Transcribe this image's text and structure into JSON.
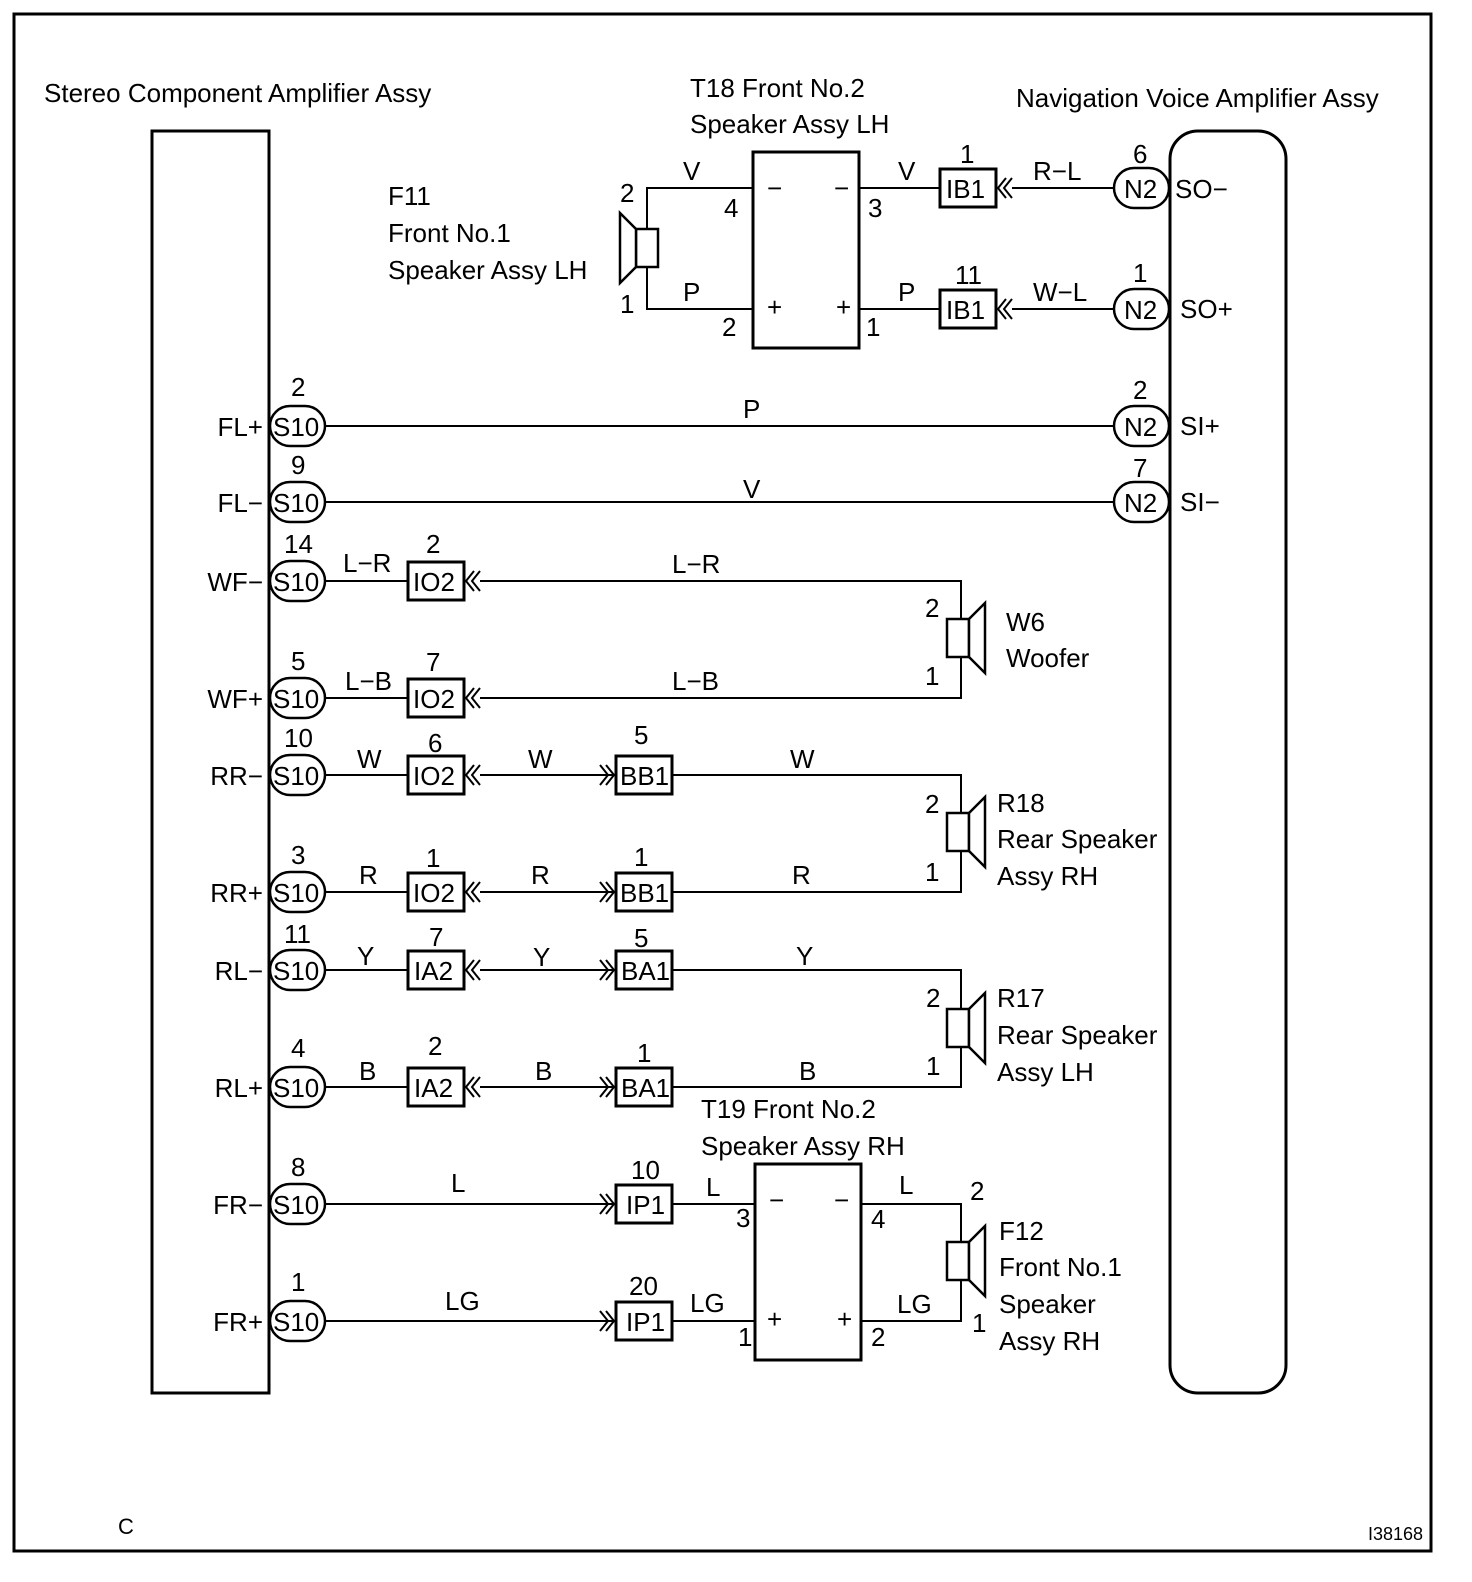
{
  "components": {
    "stereo_amp": "Stereo Component Amplifier Assy",
    "nav_amp": "Navigation Voice Amplifier Assy",
    "t18_line1": "T18 Front No.2",
    "t18_line2": "Speaker Assy LH",
    "t19_line1": "T19 Front No.2",
    "t19_line2": "Speaker Assy RH",
    "f11_line1": "F11",
    "f11_line2": "Front No.1",
    "f11_line3": "Speaker Assy LH",
    "f12_line1": "F12",
    "f12_line2": "Front No.1",
    "f12_line3": "Speaker",
    "f12_line4": "Assy RH",
    "w6_line1": "W6",
    "w6_line2": "Woofer",
    "r18_line1": "R18",
    "r18_line2": "Rear Speaker",
    "r18_line3": "Assy RH",
    "r17_line1": "R17",
    "r17_line2": "Rear Speaker",
    "r17_line3": "Assy LH"
  },
  "amp_terminals": [
    "FL+",
    "FL−",
    "WF−",
    "WF+",
    "RR−",
    "RR+",
    "RL−",
    "RL+",
    "FR−",
    "FR+"
  ],
  "amp_pins": [
    "2",
    "9",
    "14",
    "5",
    "10",
    "3",
    "11",
    "4",
    "8",
    "1"
  ],
  "amp_connector": "S10",
  "nav_terminals": [
    "SO−",
    "SO+",
    "SI+",
    "SI−"
  ],
  "nav_pins": [
    "6",
    "1",
    "2",
    "7"
  ],
  "nav_connector": "N2",
  "wire_colors": {
    "so_minus": "R−L",
    "so_plus": "W−L",
    "t18_in_minus": "V",
    "t18_in_plus": "P",
    "t18_out_minus": "V",
    "t18_out_plus": "P",
    "fl_plus": "P",
    "fl_minus": "V",
    "wf_minus_a": "L−R",
    "wf_minus_b": "L−R",
    "wf_plus_a": "L−B",
    "wf_plus_b": "L−B",
    "rr_minus": [
      "W",
      "W",
      "W"
    ],
    "rr_plus": [
      "R",
      "R",
      "R"
    ],
    "rl_minus": [
      "Y",
      "Y",
      "Y"
    ],
    "rl_plus": [
      "B",
      "B",
      "B"
    ],
    "fr_minus": [
      "L",
      "L",
      "L"
    ],
    "fr_plus": [
      "LG",
      "LG",
      "LG"
    ]
  },
  "junctions": {
    "ib1_top": {
      "name": "IB1",
      "pin": "1"
    },
    "ib1_bot": {
      "name": "IB1",
      "pin": "11"
    },
    "io2_wfm": {
      "name": "IO2",
      "pin": "2"
    },
    "io2_wfp": {
      "name": "IO2",
      "pin": "7"
    },
    "io2_rrm": {
      "name": "IO2",
      "pin": "6"
    },
    "io2_rrp": {
      "name": "IO2",
      "pin": "1"
    },
    "bb1_rrm": {
      "name": "BB1",
      "pin": "5"
    },
    "bb1_rrp": {
      "name": "BB1",
      "pin": "1"
    },
    "ia2_rlm": {
      "name": "IA2",
      "pin": "7"
    },
    "ia2_rlp": {
      "name": "IA2",
      "pin": "2"
    },
    "ba1_rlm": {
      "name": "BA1",
      "pin": "5"
    },
    "ba1_rlp": {
      "name": "BA1",
      "pin": "1"
    },
    "ip1_frm": {
      "name": "IP1",
      "pin": "10"
    },
    "ip1_frp": {
      "name": "IP1",
      "pin": "20"
    }
  },
  "t18_pins": {
    "in_minus": "4",
    "in_plus": "2",
    "out_minus": "3",
    "out_plus": "1"
  },
  "t19_pins": {
    "in_minus": "3",
    "in_plus": "1",
    "out_minus": "4",
    "out_plus": "2"
  },
  "amp_symbols": {
    "minus": "−",
    "plus": "+"
  },
  "speaker_pins": {
    "f11_top": "2",
    "f11_bot": "1",
    "w6_top": "2",
    "w6_bot": "1",
    "r18_top": "2",
    "r18_bot": "1",
    "r17_top": "2",
    "r17_bot": "1",
    "f12_top": "2",
    "f12_bot": "1"
  },
  "corner_label": "C",
  "figure_id": "I38168"
}
